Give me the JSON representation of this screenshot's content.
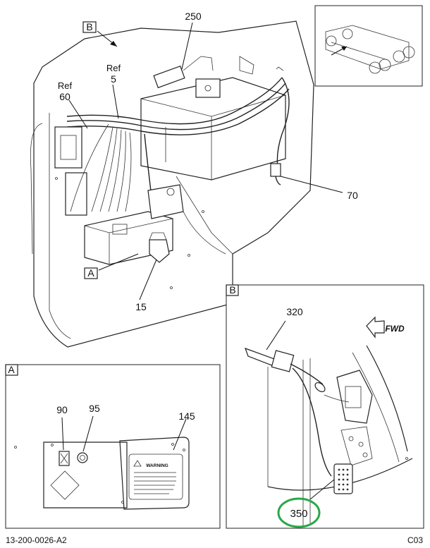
{
  "callouts": {
    "c250": "250",
    "c5_ref": "Ref",
    "c5": "5",
    "c60_ref": "Ref",
    "c60": "60",
    "c70": "70",
    "c15": "15",
    "c90": "90",
    "c95": "95",
    "c145": "145",
    "c320": "320",
    "c350": "350"
  },
  "views": {
    "view_b_marker": "B",
    "view_a_marker": "A",
    "detail_a_label": "A",
    "detail_b_label": "B"
  },
  "labels": {
    "fwd": "FWD",
    "warning": "WARNING"
  },
  "footer": {
    "drawing_number": "13-200-0026-A2",
    "sheet_code": "C03"
  },
  "colors": {
    "highlight_circle": "#2aa84a"
  }
}
